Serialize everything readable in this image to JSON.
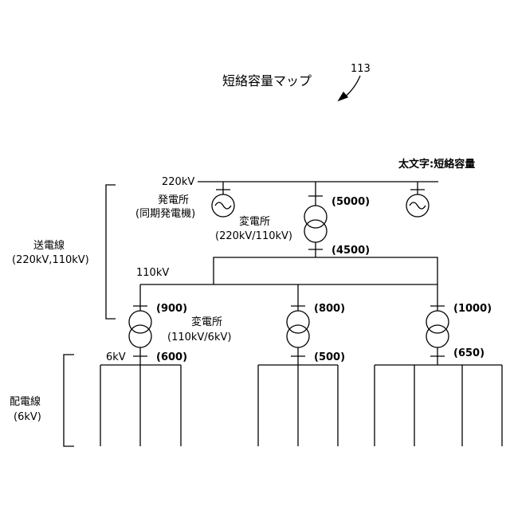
{
  "title": "短絡容量マップ",
  "figure_ref": "113",
  "legend_note": "太文字:短絡容量",
  "bus_220kv": "220kV",
  "generator_label_1": "発電所",
  "generator_label_2": "(同期発電機)",
  "substation_main_label_1": "変電所",
  "substation_main_label_2": "(220kV/110kV)",
  "sc_main_upper": "(5000)",
  "sc_main_lower": "(4500)",
  "bus_110kv": "110kV",
  "transmission_label_1": "送電線",
  "transmission_label_2": "(220kV,110kV)",
  "substation_sub_label_1": "変電所",
  "substation_sub_label_2": "(110kV/6kV)",
  "sc_sub1_upper": "(900)",
  "sc_sub1_lower": "(600)",
  "sc_sub2_upper": "(800)",
  "sc_sub2_lower": "(500)",
  "sc_sub3_upper": "(1000)",
  "sc_sub3_lower": "(650)",
  "bus_6kv": "6kV",
  "distribution_label_1": "配電線",
  "distribution_label_2": "(6kV)"
}
